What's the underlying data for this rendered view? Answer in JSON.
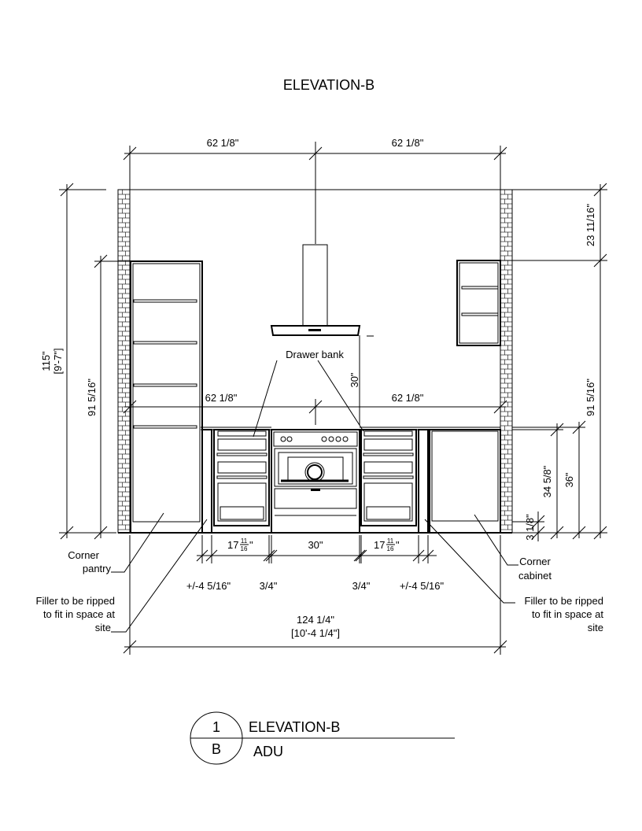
{
  "title": "ELEVATION-B",
  "dimensions": {
    "top_left_width": "62 1/8\"",
    "top_right_width": "62 1/8\"",
    "counter_left_width": "62 1/8\"",
    "counter_right_width": "62 1/8\"",
    "overall_height": "115\"",
    "overall_height_ft": "[9'-7\"]",
    "left_pantry_height": "91 5/16\"",
    "right_total_height": "91 5/16\"",
    "top_clearance": "23 11/16\"",
    "hood_clearance": "30\"",
    "counter_height": "36\"",
    "base_height": "34 5/8\"",
    "toe_kick": "3 1/8\"",
    "drawer_bank_left_whole": "17",
    "drawer_bank_right_whole": "17",
    "fraction_numerator": "11",
    "fraction_denominator": "16",
    "inch_mark": "\"",
    "range_width": "30\"",
    "filler_left": "+/-4 5/16\"",
    "gap_left": "3/4\"",
    "gap_right": "3/4\"",
    "filler_right": "+/-4 5/16\"",
    "overall_width": "124 1/4\"",
    "overall_width_ft": "[10'-4 1/4\"]"
  },
  "labels": {
    "drawer_bank": "Drawer bank",
    "corner_pantry_1": "Corner",
    "corner_pantry_2": "pantry",
    "corner_cabinet_1": "Corner",
    "corner_cabinet_2": "cabinet",
    "filler_left_1": "Filler to be ripped",
    "filler_left_2": "to fit in space at",
    "filler_left_3": "site",
    "filler_right_1": "Filler to be ripped",
    "filler_right_2": "to fit in space at",
    "filler_right_3": "site"
  },
  "title_block": {
    "number": "1",
    "sheet": "B",
    "name": "ELEVATION-B",
    "subtitle": "ADU"
  }
}
